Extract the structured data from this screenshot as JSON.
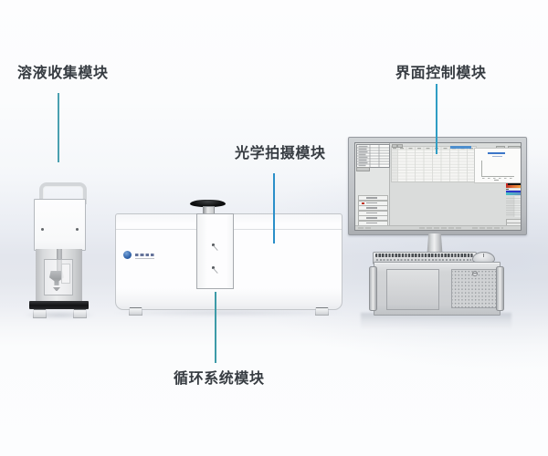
{
  "page": {
    "type": "instrument module callout diagram",
    "language": "zh-CN",
    "background_band_color": "#e4e7ee",
    "label_text_color": "#373c42"
  },
  "callouts": {
    "solution": {
      "label": "溶液收集模块",
      "line_color": "#4aa0b0"
    },
    "interface": {
      "label": "界面控制模块",
      "line_color": "#2f9dc4"
    },
    "optical": {
      "label": "光学拍摄模块",
      "line_color": "#2b8fc9"
    },
    "circulation": {
      "label": "循环系统模块",
      "line_color": "#3d9ba8"
    }
  },
  "devices": {
    "collector": {
      "name": "solution collector unit",
      "base_color": "#1b1d1f"
    },
    "machine": {
      "name": "main analyzer cabinet",
      "knob_color": "#0c0d0e",
      "logo": "blue globe brand logo"
    },
    "workstation": {
      "name": "control workstation",
      "parts": [
        "monitor",
        "keyboard",
        "mouse",
        "rack computer"
      ]
    }
  },
  "screen_ui": {
    "accent_blue": "#3e86cc",
    "legend_bars": [
      "#141414",
      "#d9542c",
      "#2a35c8",
      "#49b8c4"
    ]
  }
}
